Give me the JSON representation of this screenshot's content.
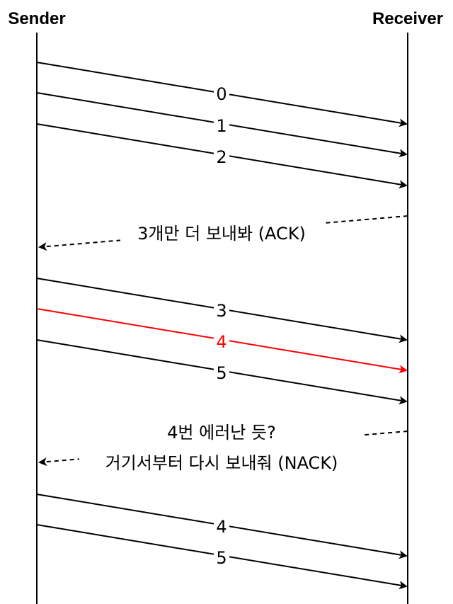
{
  "participants": {
    "sender": "Sender",
    "receiver": "Receiver"
  },
  "colors": {
    "normal": "#000000",
    "error": "#ff0000"
  },
  "messages": [
    {
      "id": "msg-0",
      "label": "0",
      "direction": "sender-to-receiver",
      "style": "solid",
      "color": "#000000"
    },
    {
      "id": "msg-1",
      "label": "1",
      "direction": "sender-to-receiver",
      "style": "solid",
      "color": "#000000"
    },
    {
      "id": "msg-2",
      "label": "2",
      "direction": "sender-to-receiver",
      "style": "solid",
      "color": "#000000"
    },
    {
      "id": "ack",
      "label": "3개만 더 보내봐 (ACK)",
      "direction": "receiver-to-sender",
      "style": "dashed",
      "color": "#000000"
    },
    {
      "id": "msg-3",
      "label": "3",
      "direction": "sender-to-receiver",
      "style": "solid",
      "color": "#000000"
    },
    {
      "id": "msg-4",
      "label": "4",
      "direction": "sender-to-receiver",
      "style": "solid",
      "color": "#ff0000"
    },
    {
      "id": "msg-5",
      "label": "5",
      "direction": "sender-to-receiver",
      "style": "solid",
      "color": "#000000"
    },
    {
      "id": "nack",
      "label_line1": "4번 에러난 듯?",
      "label_line2": "거기서부터 다시 보내줘 (NACK)",
      "direction": "receiver-to-sender",
      "style": "dashed",
      "color": "#000000"
    },
    {
      "id": "msg-4-retry",
      "label": "4",
      "direction": "sender-to-receiver",
      "style": "solid",
      "color": "#000000"
    },
    {
      "id": "msg-5-retry",
      "label": "5",
      "direction": "sender-to-receiver",
      "style": "solid",
      "color": "#000000"
    }
  ]
}
